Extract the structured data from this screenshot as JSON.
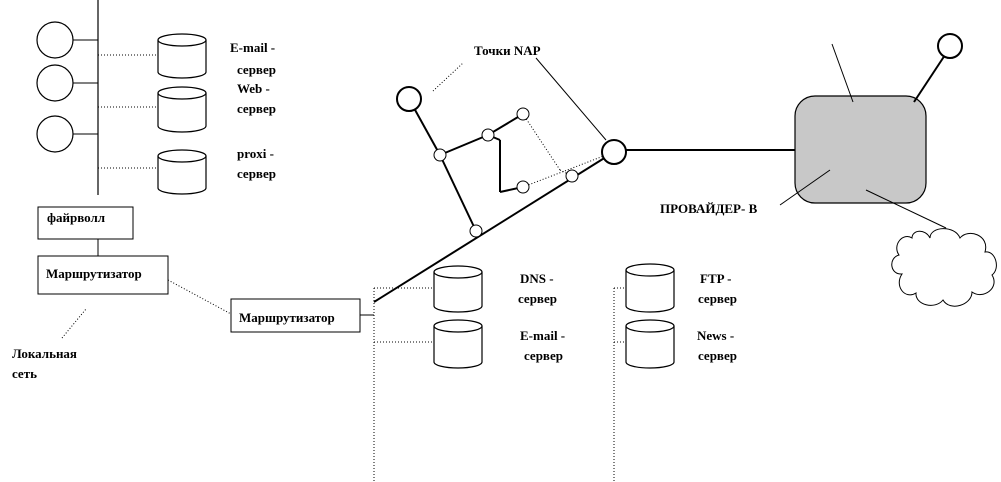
{
  "nap": {
    "label": "Точки NAP"
  },
  "provider": {
    "label": "ПРОВАЙДЕР- В"
  },
  "lan": {
    "label_line1": "Локальная",
    "label_line2": "сеть"
  },
  "boxes": {
    "firewall": "файрволл",
    "router_local": "Маршрутизатор",
    "router_main": "Маршрутизатор"
  },
  "servers": {
    "email_local": {
      "line1": "E-mail  -",
      "line2": "сервер"
    },
    "web": {
      "line1": "Web -",
      "line2": "сервер"
    },
    "proxy": {
      "line1": "proxi  -",
      "line2": "сервер"
    },
    "dns": {
      "line1": "DNS -",
      "line2": "сервер"
    },
    "email_isp": {
      "line1": "E-mail  -",
      "line2": "сервер"
    },
    "ftp": {
      "line1": "FTP -",
      "line2": "сервер"
    },
    "news": {
      "line1": "News -",
      "line2": "сервер"
    }
  },
  "colors": {
    "stroke": "#000000",
    "provider_fill": "#c8c8c8",
    "background": "#ffffff"
  }
}
